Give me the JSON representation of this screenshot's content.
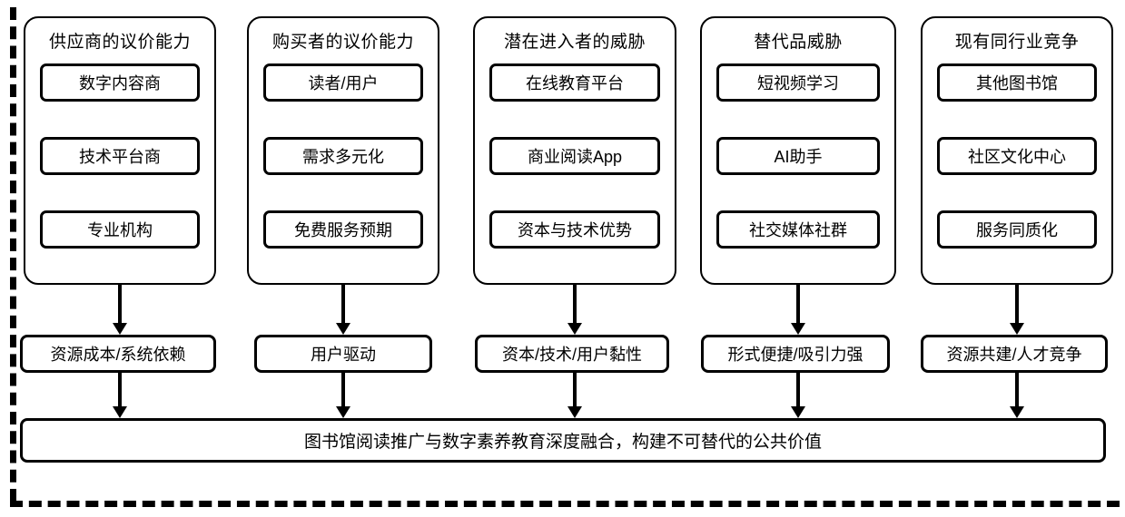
{
  "diagram": {
    "title_text": "图书馆阅读推广与数字素养教育深度融合，构建不可替代的公共价值",
    "frame": {
      "style": "dashed",
      "color": "#000000",
      "sides": "left-and-bottom"
    },
    "columns": [
      {
        "title": "供应商的议价能力",
        "items": [
          "数字内容商",
          "技术平台商",
          "专业机构"
        ],
        "outcome": "资源成本/系统依赖"
      },
      {
        "title": "购买者的议价能力",
        "items": [
          "读者/用户",
          "需求多元化",
          "免费服务预期"
        ],
        "outcome": "用户驱动"
      },
      {
        "title": "潜在进入者的威胁",
        "items": [
          "在线教育平台",
          "商业阅读App",
          "资本与技术优势"
        ],
        "outcome": "资本/技术/用户黏性"
      },
      {
        "title": "替代品威胁",
        "items": [
          "短视频学习",
          "AI助手",
          "社交媒体社群"
        ],
        "outcome": "形式便捷/吸引力强"
      },
      {
        "title": "现有同行业竞争",
        "items": [
          "其他图书馆",
          "社区文化中心",
          "服务同质化"
        ],
        "outcome": "资源共建/人才竞争"
      }
    ],
    "arrow_icon": "down-arrow-icon",
    "colors": {
      "stroke": "#000000",
      "background": "#ffffff"
    }
  }
}
